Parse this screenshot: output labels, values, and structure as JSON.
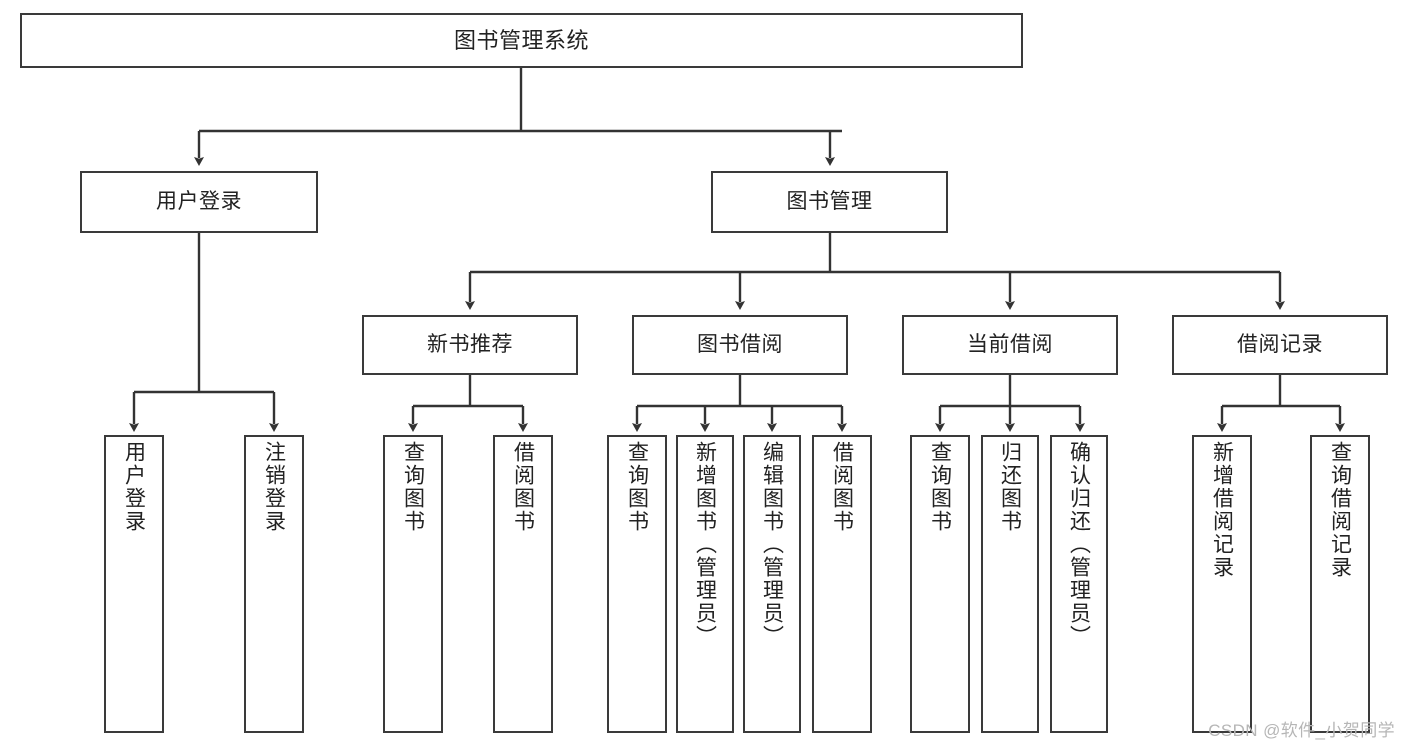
{
  "diagram": {
    "title": "图书管理系统",
    "type": "tree-hierarchy-diagram",
    "colors": {
      "box_border": "#3a3a3a",
      "box_fill": "#ffffff",
      "connector": "#333333",
      "text": "#222222",
      "watermark": "#b6b6b6"
    },
    "root": {
      "id": "root",
      "label": "图书管理系统",
      "orientation": "horizontal"
    },
    "level2": [
      {
        "id": "user-login",
        "label": "用户登录",
        "orientation": "horizontal"
      },
      {
        "id": "book-management",
        "label": "图书管理",
        "orientation": "horizontal"
      }
    ],
    "level3": [
      {
        "id": "new-book-recommend",
        "label": "新书推荐",
        "orientation": "horizontal",
        "parent": "book-management"
      },
      {
        "id": "book-borrow",
        "label": "图书借阅",
        "orientation": "horizontal",
        "parent": "book-management"
      },
      {
        "id": "current-borrow",
        "label": "当前借阅",
        "orientation": "horizontal",
        "parent": "book-management"
      },
      {
        "id": "borrow-record",
        "label": "借阅记录",
        "orientation": "horizontal",
        "parent": "book-management"
      }
    ],
    "leaves": [
      {
        "id": "leaf-user-login",
        "label": "用户登录",
        "parent": "user-login",
        "orientation": "vertical"
      },
      {
        "id": "leaf-logout-login",
        "label": "注销登录",
        "parent": "user-login",
        "orientation": "vertical"
      },
      {
        "id": "leaf-query-book-1",
        "label": "查询图书",
        "parent": "new-book-recommend",
        "orientation": "vertical"
      },
      {
        "id": "leaf-borrow-book-1",
        "label": "借阅图书",
        "parent": "new-book-recommend",
        "orientation": "vertical"
      },
      {
        "id": "leaf-query-book-2",
        "label": "查询图书",
        "parent": "book-borrow",
        "orientation": "vertical"
      },
      {
        "id": "leaf-add-book",
        "label": "新增图书（管理员）",
        "parent": "book-borrow",
        "orientation": "vertical"
      },
      {
        "id": "leaf-edit-book",
        "label": "编辑图书（管理员）",
        "parent": "book-borrow",
        "orientation": "vertical"
      },
      {
        "id": "leaf-borrow-book-2",
        "label": "借阅图书",
        "parent": "book-borrow",
        "orientation": "vertical"
      },
      {
        "id": "leaf-query-book-3",
        "label": "查询图书",
        "parent": "current-borrow",
        "orientation": "vertical"
      },
      {
        "id": "leaf-return-book",
        "label": "归还图书",
        "parent": "current-borrow",
        "orientation": "vertical"
      },
      {
        "id": "leaf-confirm-return",
        "label": "确认归还（管理员）",
        "parent": "current-borrow",
        "orientation": "vertical"
      },
      {
        "id": "leaf-add-record",
        "label": "新增借阅记录",
        "parent": "borrow-record",
        "orientation": "vertical"
      },
      {
        "id": "leaf-query-record",
        "label": "查询借阅记录",
        "parent": "borrow-record",
        "orientation": "vertical"
      }
    ],
    "watermark": "CSDN @软件_小贺同学"
  }
}
